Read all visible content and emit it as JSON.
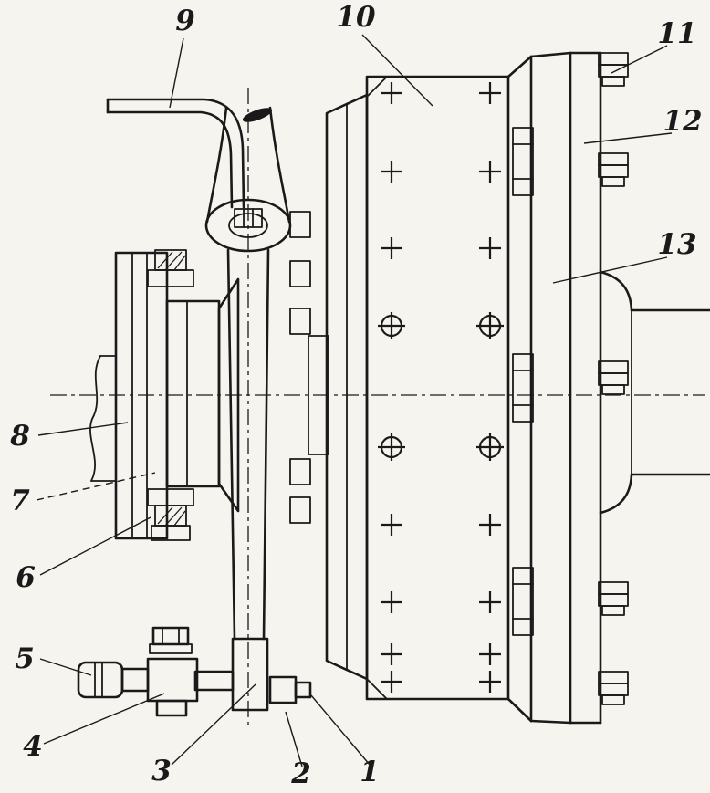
{
  "figure": {
    "kind": "technical-sectional-drawing",
    "subject": "clutch-coupling-assembly",
    "background_color": "#f6f4ee",
    "ink_color": "#1a1a1a"
  },
  "callouts": [
    {
      "label": "1"
    },
    {
      "label": "2"
    },
    {
      "label": "3"
    },
    {
      "label": "4"
    },
    {
      "label": "5"
    },
    {
      "label": "6"
    },
    {
      "label": "7"
    },
    {
      "label": "8"
    },
    {
      "label": "9"
    },
    {
      "label": "10"
    },
    {
      "label": "11"
    },
    {
      "label": "12"
    },
    {
      "label": "13"
    }
  ],
  "marks": {
    "columns": [
      429,
      537
    ],
    "plus_y": [
      102,
      188,
      272,
      575,
      660,
      717,
      747
    ],
    "circle_plus_y": [
      357,
      490
    ],
    "plus_arm": 12,
    "circle_radius": 11
  }
}
